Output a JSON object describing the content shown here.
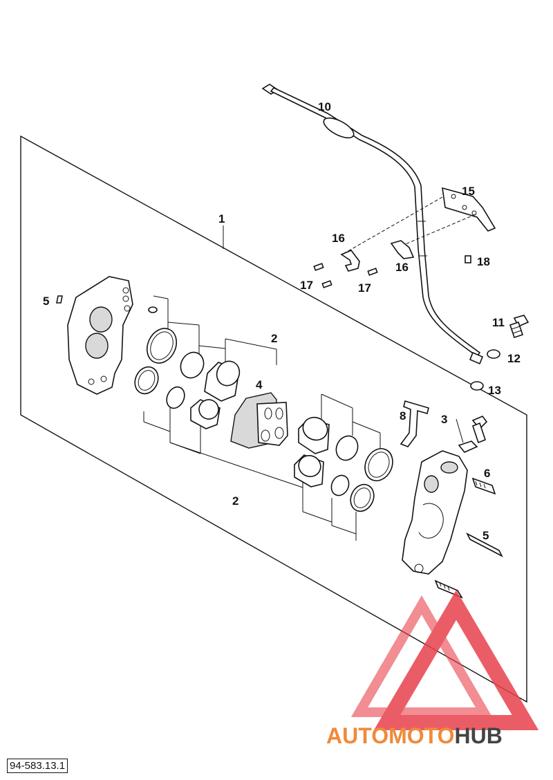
{
  "diagram": {
    "callouts": {
      "c1": "1",
      "c2a": "2",
      "c2b": "2",
      "c3": "3",
      "c4": "4",
      "c5a": "5",
      "c5b": "5",
      "c6": "6",
      "c8": "8",
      "c10": "10",
      "c11": "11",
      "c12": "12",
      "c13": "13",
      "c15": "15",
      "c16a": "16",
      "c16b": "16",
      "c17a": "17",
      "c17b": "17",
      "c18": "18"
    },
    "reference_code": "94-583.13.1"
  },
  "watermark": {
    "part1": "AUTOMOTO",
    "part2": "HUB",
    "color_primary": "#f08a3a",
    "color_secondary": "#444444",
    "triangle_color": "#e8414c"
  }
}
